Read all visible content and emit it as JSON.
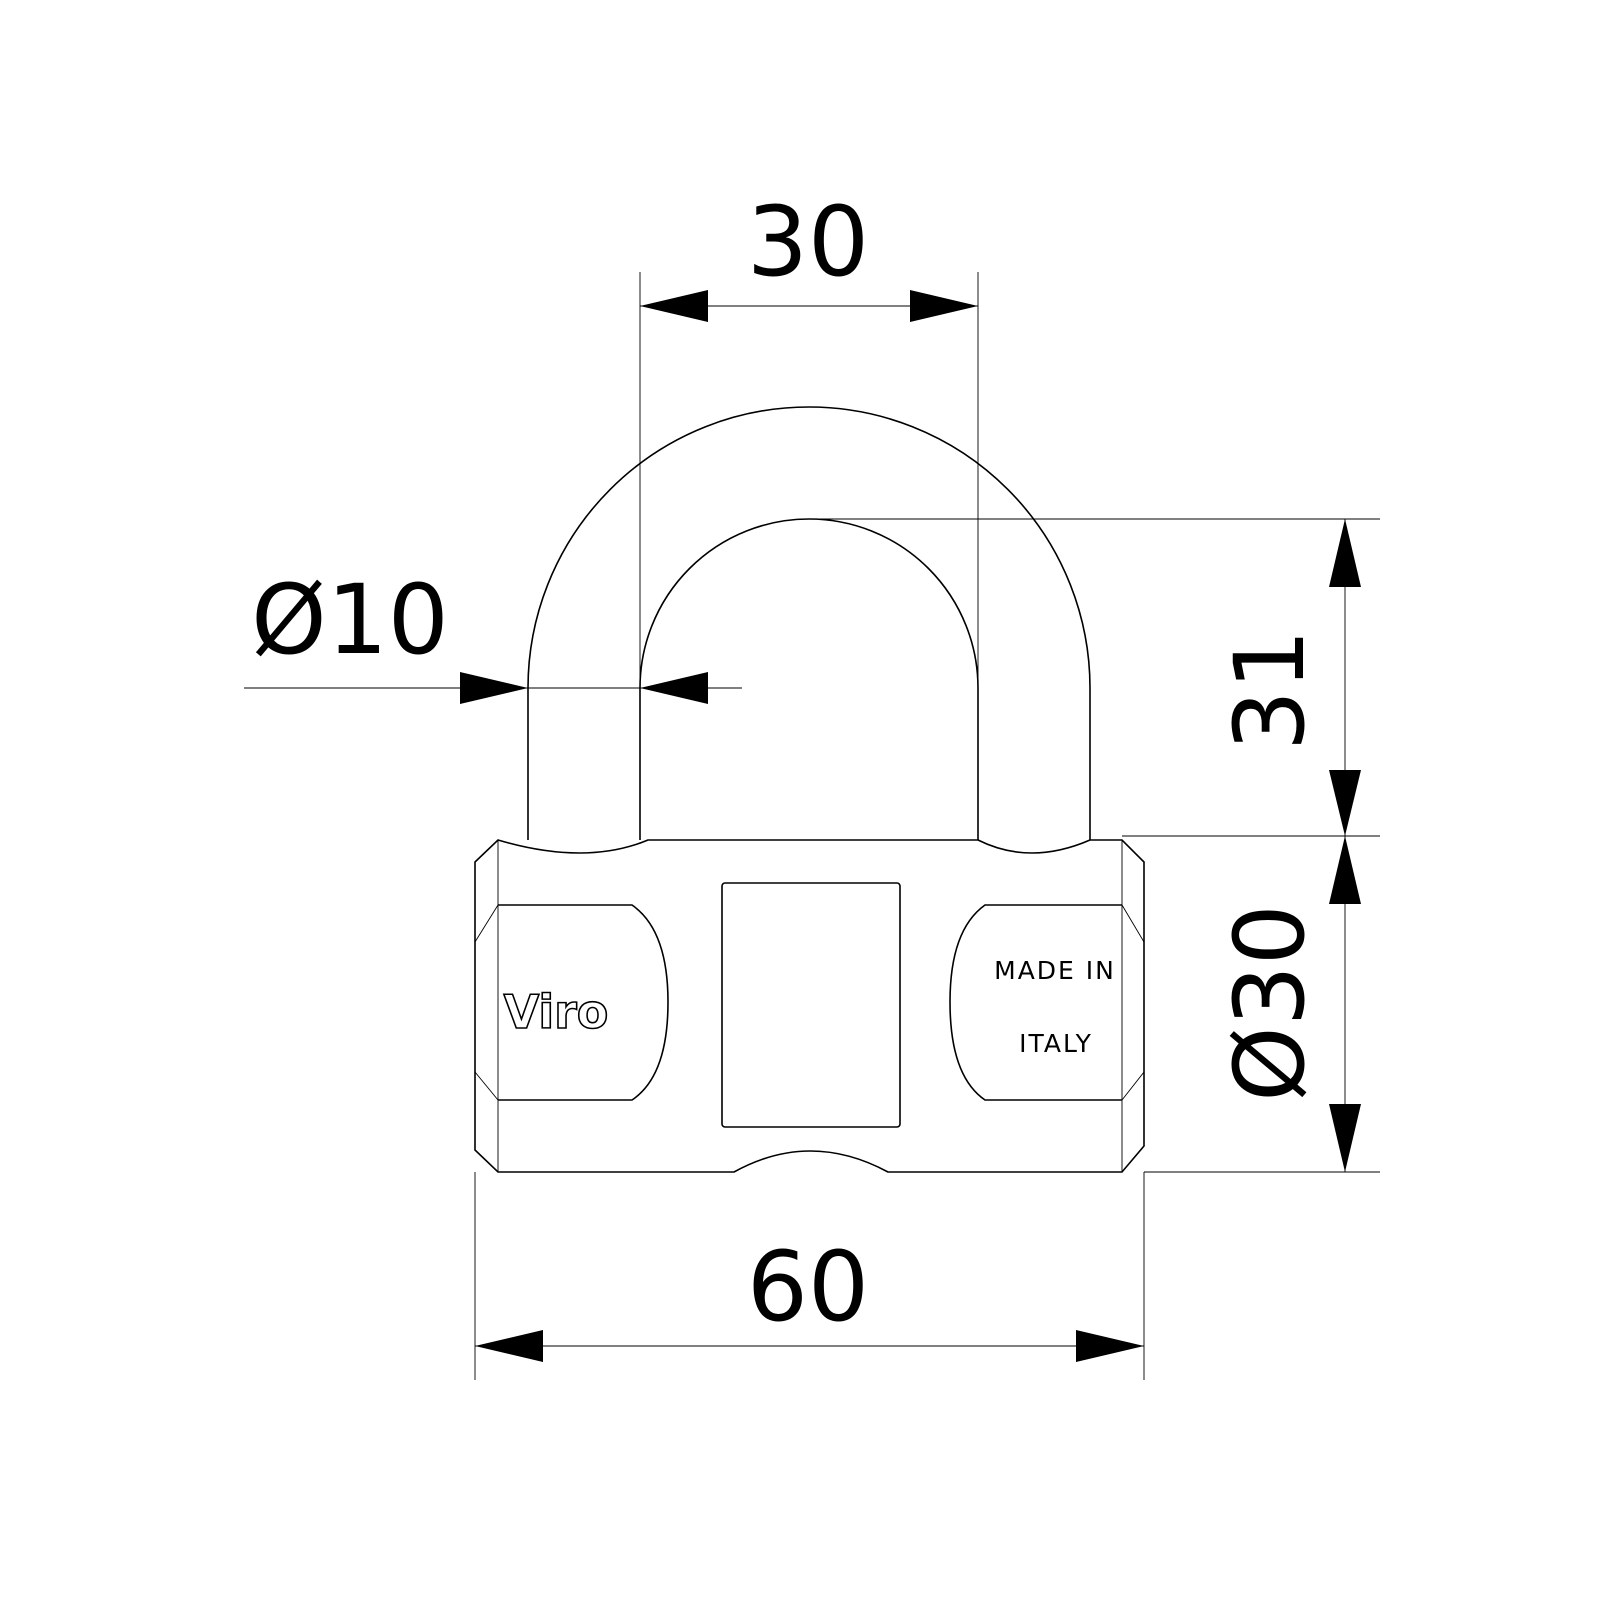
{
  "dimensions": {
    "shackle_spacing": "30",
    "shackle_diameter": "Ø10",
    "shackle_clearance": "31",
    "body_thickness": "Ø30",
    "body_width": "60"
  },
  "engraving": {
    "brand": "Viro",
    "origin_line1": "MADE IN",
    "origin_line2": "ITALY"
  }
}
